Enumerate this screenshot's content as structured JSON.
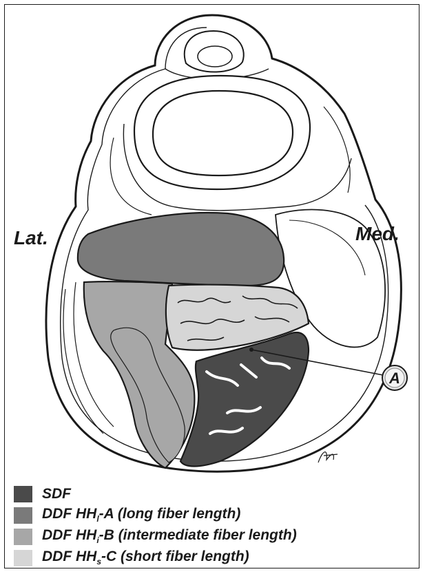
{
  "orientation": {
    "lateral": "Lat.",
    "medial": "Med."
  },
  "callout": {
    "label": "A"
  },
  "colors": {
    "sdf": "#4a4a4a",
    "ddf_long": "#7a7a7a",
    "ddf_intermediate": "#a7a7a7",
    "ddf_short": "#d6d6d6",
    "outline": "#1a1a1a"
  },
  "legend": [
    {
      "id": "sdf",
      "prefix": "SDF",
      "sub": "",
      "suffix": ""
    },
    {
      "id": "ddf_long",
      "prefix": "DDF HH",
      "sub": "l",
      "suffix": "-A (long fiber length)"
    },
    {
      "id": "ddf_intermediate",
      "prefix": "DDF HH",
      "sub": "i",
      "suffix": "-B (intermediate fiber length)"
    },
    {
      "id": "ddf_short",
      "prefix": "DDF HH",
      "sub": "s",
      "suffix": "-C (short fiber length)"
    }
  ]
}
